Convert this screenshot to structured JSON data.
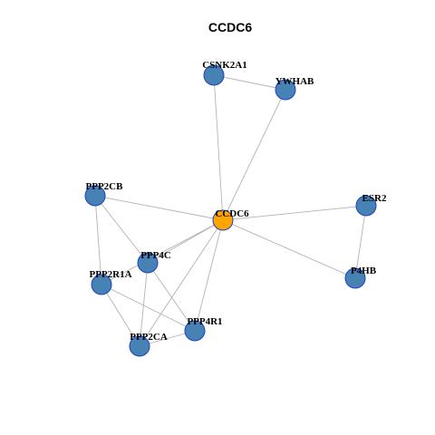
{
  "title": "CCDC6",
  "colors": {
    "hub_fill": "#FFA500",
    "node_fill": "#4682B4",
    "node_stroke": "#1F3FC4",
    "edge": "#B3B3B3"
  },
  "nodes": [
    {
      "id": "CCDC6",
      "hub": true
    },
    {
      "id": "CSNK2A1",
      "hub": false
    },
    {
      "id": "YWHAB",
      "hub": false
    },
    {
      "id": "PPP2CB",
      "hub": false
    },
    {
      "id": "ESR2",
      "hub": false
    },
    {
      "id": "PPP4C",
      "hub": false
    },
    {
      "id": "PPP2R1A",
      "hub": false
    },
    {
      "id": "P4HB",
      "hub": false
    },
    {
      "id": "PPP4R1",
      "hub": false
    },
    {
      "id": "PPP2CA",
      "hub": false
    }
  ],
  "edges": [
    [
      "CSNK2A1",
      "YWHAB"
    ],
    [
      "CSNK2A1",
      "CCDC6"
    ],
    [
      "YWHAB",
      "CCDC6"
    ],
    [
      "PPP2CB",
      "CCDC6"
    ],
    [
      "ESR2",
      "CCDC6"
    ],
    [
      "P4HB",
      "CCDC6"
    ],
    [
      "ESR2",
      "P4HB"
    ],
    [
      "PPP4C",
      "CCDC6"
    ],
    [
      "PPP2R1A",
      "CCDC6"
    ],
    [
      "PPP4R1",
      "CCDC6"
    ],
    [
      "PPP2CA",
      "CCDC6"
    ],
    [
      "PPP2CB",
      "PPP4C"
    ],
    [
      "PPP2CB",
      "PPP2R1A"
    ],
    [
      "PPP4C",
      "PPP2CA"
    ],
    [
      "PPP4C",
      "PPP4R1"
    ],
    [
      "PPP2R1A",
      "PPP2CA"
    ],
    [
      "PPP2R1A",
      "PPP4R1"
    ],
    [
      "PPP2CA",
      "PPP4R1"
    ]
  ]
}
